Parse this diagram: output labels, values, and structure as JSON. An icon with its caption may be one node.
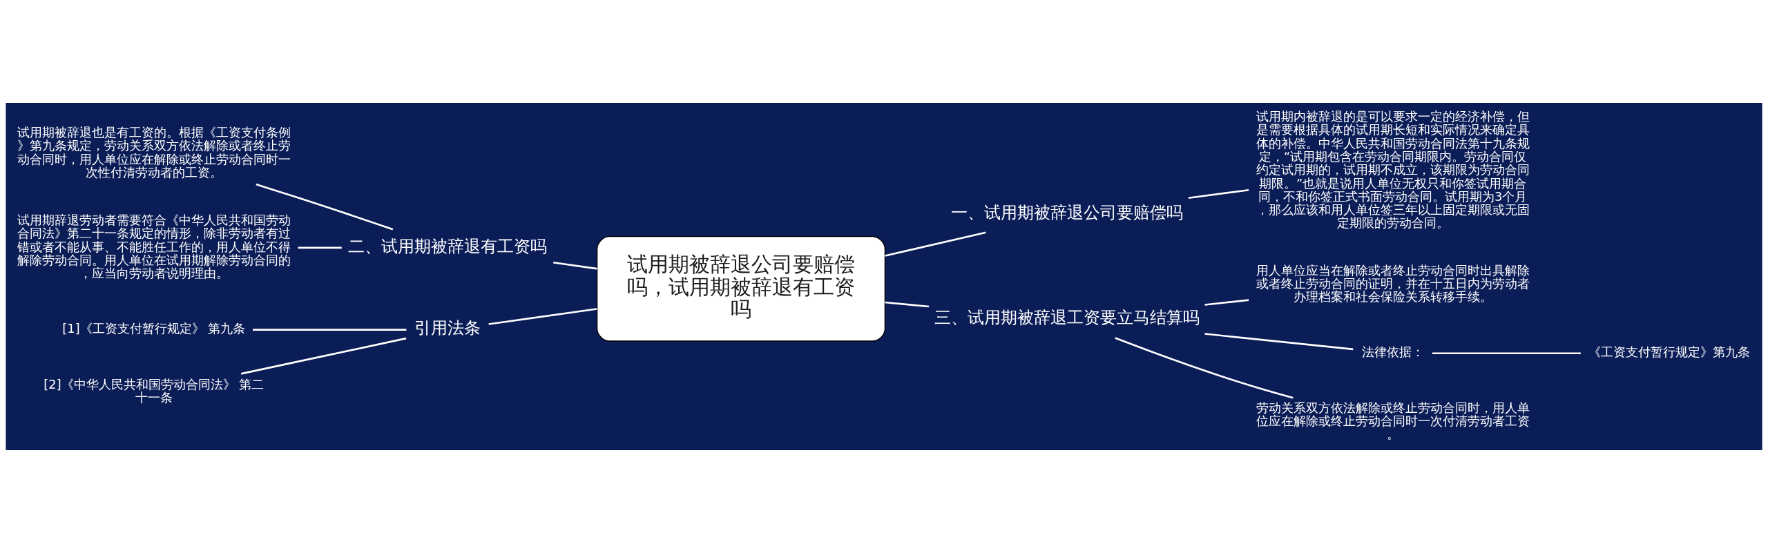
{
  "diagram": {
    "nodes": [
      {
        "text": [
          "试用期被辞退公司要赔偿吗，试用期被辞退有工资吗"
        ]
      },
      {
        "text": [
          "一、试用期被辞退公司要赔偿吗"
        ]
      },
      {
        "text": [
          "试用期内被辞退的是可以要求一定的经济补偿，但是需要根据具体的试用期长短和实际情况来确定具体的补偿。中华人民共和国劳动合同法第十九条规定，“试用期包含在劳动合同期限内。劳动合同仅约定试用期的，试用期不成立，该期限为劳动合同期限。”也就是说用人单位无权只和你签试用期合同，不和你签正式书面劳动合同。试用期为3个月，那么应该和用人单位签三年以上固定期限或无固定期限的劳动合同。"
        ]
      },
      {
        "text": [
          "二、试用期被辞退有工资吗"
        ]
      },
      {
        "text": [
          "试用期被辞退也是有工资的。根据《工资支付条例》第九条规定，劳动关系双方依法解除或者终止劳动合同时，用人单位应在解除或终止劳动合同时一次性付清劳动者的工资。"
        ]
      },
      {
        "text": [
          "试用期辞退劳动者需要符合《中华人民共和国劳动合同法》第二十一条规定的情形，除非劳动者有过错或者不能从事、不能胜任工作的，用人单位不得解除劳动合同。用人单位在试用期解除劳动合同的，应当向劳动者说明理由。"
        ]
      },
      {
        "text": [
          "三、试用期被辞退工资要立马结算吗"
        ]
      },
      {
        "text": [
          "用人单位应当在解除或者终止劳动合同时出具解除或者终止劳动合同的证明，并在十五日内为劳动者办理档案和社会保险关系转移手续。"
        ]
      },
      {
        "text": [
          "法律依据："
        ]
      },
      {
        "text": [
          "《工资支付暂行规定》第九条"
        ]
      },
      {
        "text": [
          "劳动关系双方依法解除或终止劳动合同时，用人单位应在解除或终止劳动合同时一次付清劳动者工资。"
        ]
      },
      {
        "text": [
          "引用法条"
        ]
      },
      {
        "text": [
          "[1]《工资支付暂行规定》 第九条"
        ]
      },
      {
        "text": [
          "[2]《中华人民共和国劳动合同法》 第二十一条"
        ]
      }
    ],
    "edges": [
      {
        "from": 0,
        "to": 1,
        "arrow": "none"
      },
      {
        "from": 1,
        "to": 2,
        "arrow": "none"
      },
      {
        "from": 0,
        "to": 3,
        "arrow": "none"
      },
      {
        "from": 3,
        "to": 4,
        "arrow": "none"
      },
      {
        "from": 3,
        "to": 5,
        "arrow": "none"
      },
      {
        "from": 0,
        "to": 6,
        "arrow": "none"
      },
      {
        "from": 6,
        "to": 7,
        "arrow": "none"
      },
      {
        "from": 6,
        "to": 8,
        "arrow": "none"
      },
      {
        "from": 8,
        "to": 9,
        "arrow": "none"
      },
      {
        "from": 6,
        "to": 10,
        "arrow": "none"
      },
      {
        "from": 0,
        "to": 11,
        "arrow": "none"
      },
      {
        "from": 11,
        "to": 12,
        "arrow": "none"
      },
      {
        "from": 11,
        "to": 13,
        "arrow": "none"
      }
    ]
  }
}
